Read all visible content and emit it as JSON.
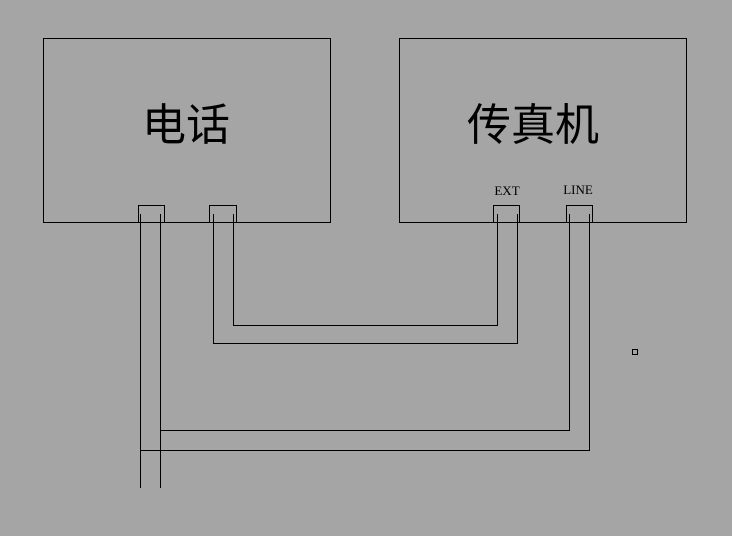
{
  "diagram": {
    "phone": {
      "label": "电话"
    },
    "fax": {
      "label": "传真机",
      "port_ext": "EXT",
      "port_line": "LINE"
    }
  }
}
